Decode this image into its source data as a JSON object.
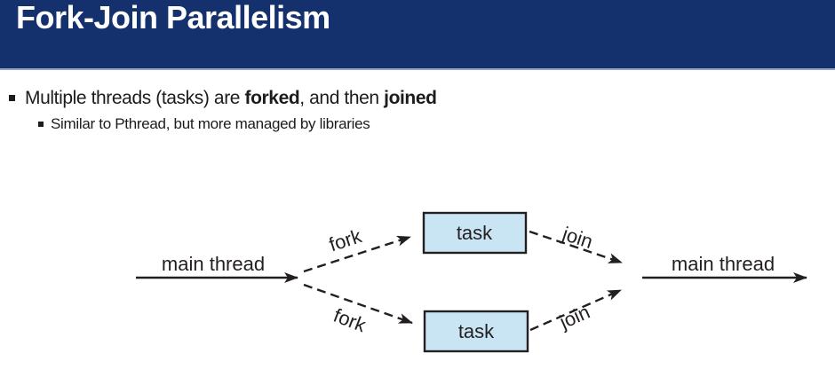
{
  "header": {
    "title": "Fork-Join Parallelism",
    "bg_color": "#14316D",
    "underline_color": "#96A3C3",
    "title_color": "#FFFFFF"
  },
  "bullets": {
    "main": {
      "text_1": "Multiple threads (tasks) are ",
      "bold_1": "forked",
      "text_2": ", and then ",
      "bold_2": "joined"
    },
    "sub": "Similar to Pthread, but more managed by libraries"
  },
  "diagram": {
    "main_thread_left_label": "main thread",
    "main_thread_right_label": "main thread",
    "fork_top_label": "fork",
    "fork_bottom_label": "fork",
    "join_top_label": "join",
    "join_bottom_label": "join",
    "task_top_label": "task",
    "task_bottom_label": "task",
    "colors": {
      "task_fill": "#C9E5F4",
      "task_border": "#231F20",
      "line_color": "#231F20",
      "text_color": "#1C1C1C"
    }
  }
}
